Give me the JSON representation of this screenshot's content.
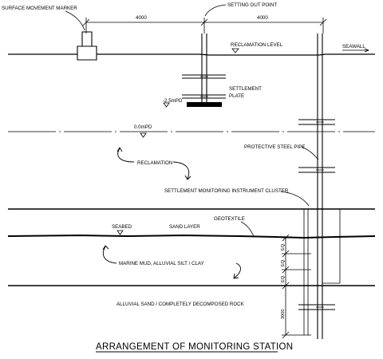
{
  "labels": {
    "surface_marker": "SURFACE MOVEMENT MARKER",
    "setting_out_point": "SETTING OUT POINT",
    "dim_left": "4000",
    "dim_right": "4000",
    "reclamation_level": "RECLAMATION LEVEL",
    "seawall": "SEAWALL",
    "settlement_plate_1": "SETTLEMENT",
    "settlement_plate_2": "PLATE",
    "plate_level": "-2.5mPD",
    "datum_level": "0.0mPD",
    "protective_pipe": "PROTECTIVE STEEL PIPE",
    "reclamation": "RECLAMATION",
    "instrument_cluster": "SETTLEMENT MONITORING INSTRUMENT CLUSTER",
    "sand_layer": "SAND LAYER",
    "geotextile": "GEOTEXTILE",
    "seabed": "SEABED",
    "marine_mud": "MARINE MUD, ALLUVIAL SILT / CLAY",
    "alluvial_sand": "ALLUVIAL SAND / COMPLETELY DECOMPOSED ROCK",
    "dim_vertical": "3000",
    "eq": "EQ.",
    "title": "ARRANGEMENT OF MONITORING STATION"
  }
}
